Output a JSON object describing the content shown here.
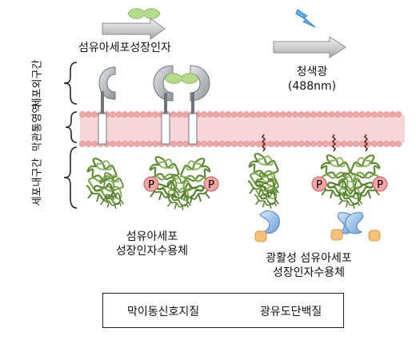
{
  "labels": {
    "ligand": "섬유아세포성장인자",
    "light": "청색광",
    "wavelength": "(488nm)",
    "region_extracellular": "세포외구간",
    "region_membrane": "막관통영역",
    "region_intracellular": "세포내구간",
    "receptor_line1": "섬유아세포",
    "receptor_line2": "성장인자수용체",
    "opto_receptor_line1": "광활성 섬유아세포",
    "opto_receptor_line2": "성장인자수용체",
    "phospho": "P"
  },
  "legend": {
    "item1": "막이동신호지질",
    "item2": "광유도단백질"
  },
  "colors": {
    "membrane_head": "#f2a7a7",
    "membrane_tail": "#f6d6d6",
    "protein": "#6f9a3e",
    "receptor": "#9aa0a6",
    "ligand": "#b5dc8a",
    "phospho": "#f3a4a4",
    "opto_protein": "#8fb8e6",
    "opto_partner": "#f6c27a",
    "lipid": "#6b2a20"
  }
}
